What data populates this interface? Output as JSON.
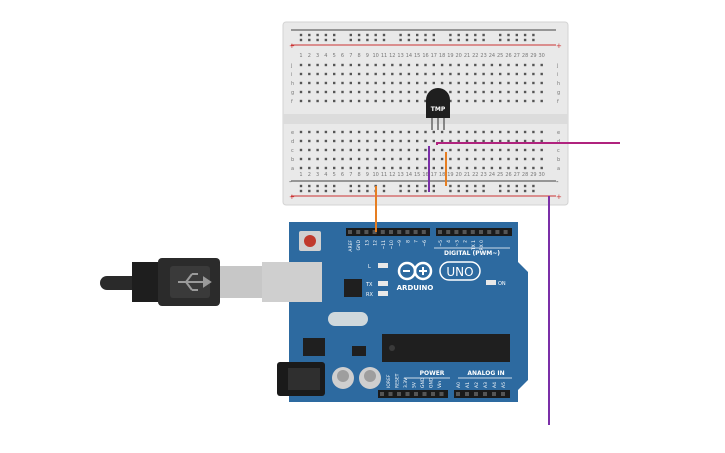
{
  "breadboard": {
    "column_numbers": [
      "1",
      "2",
      "3",
      "4",
      "5",
      "6",
      "7",
      "8",
      "9",
      "10",
      "11",
      "12",
      "13",
      "14",
      "15",
      "16",
      "17",
      "18",
      "19",
      "20",
      "21",
      "22",
      "23",
      "24",
      "25",
      "26",
      "27",
      "28",
      "29",
      "30"
    ],
    "row_letters_top": [
      "j",
      "i",
      "h",
      "g",
      "f"
    ],
    "row_letters_bottom": [
      "e",
      "d",
      "c",
      "b",
      "a"
    ],
    "rail_plus": "+",
    "rail_minus": "-"
  },
  "sensor": {
    "label": "TMP",
    "color": "#1f1f1f"
  },
  "arduino": {
    "logo_text": "ARDUINO",
    "model": "UNO",
    "digital_label": "DIGITAL (PWM~)",
    "power_label": "POWER",
    "analog_label": "ANALOG IN",
    "on_label": "ON",
    "led_labels": [
      "L",
      "TX",
      "RX"
    ],
    "top_pin_labels": [
      "AREF",
      "GND",
      "13",
      "12",
      "~11",
      "~10",
      "~9",
      "8",
      "7",
      "~6",
      "~5",
      "4",
      "~3",
      "2",
      "TX 1",
      "RX 0"
    ],
    "power_pin_labels": [
      "IOREF",
      "RESET",
      "3.3V",
      "5V",
      "GND",
      "GND",
      "Vin"
    ],
    "analog_pin_labels": [
      "A0",
      "A1",
      "A2",
      "A3",
      "A4",
      "A5"
    ],
    "board_color": "#2d6aa0"
  },
  "wires": {
    "orange": "#e67e22",
    "purple": "#7b2fa8",
    "magenta": "#b0237e"
  }
}
